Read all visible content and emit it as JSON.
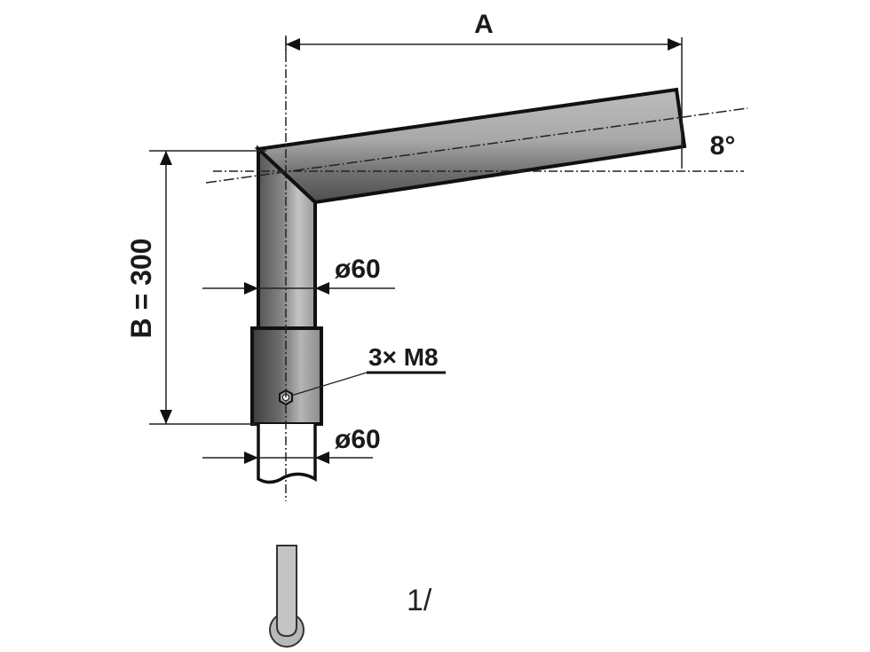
{
  "diagram": {
    "dimension_a": {
      "label": "A"
    },
    "dimension_b": {
      "label": "B = 300"
    },
    "angle": {
      "label": "8°"
    },
    "upper_diameter": {
      "label": "ø60"
    },
    "lower_diameter": {
      "label": "ø60"
    },
    "bolts": {
      "label": "3× M8"
    },
    "footnote": {
      "label": "1/"
    }
  }
}
